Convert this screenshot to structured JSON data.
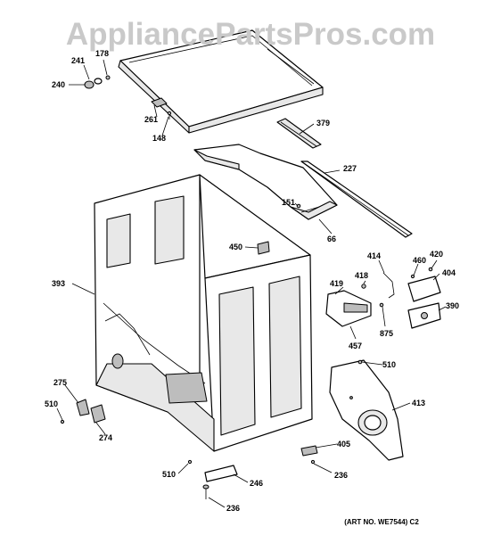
{
  "watermark": "AppliancePartsPros.com",
  "art_number": "(ART NO. WE7544) C2",
  "part_labels": {
    "p241": "241",
    "p178": "178",
    "p240": "240",
    "p261": "261",
    "p148": "148",
    "p379": "379",
    "p227": "227",
    "p151": "151",
    "p66": "66",
    "p450": "450",
    "p393": "393",
    "p414": "414",
    "p460": "460",
    "p420": "420",
    "p404": "404",
    "p419": "419",
    "p418": "418",
    "p390": "390",
    "p457": "457",
    "p875": "875",
    "p510a": "510",
    "p413": "413",
    "p275": "275",
    "p510b": "510",
    "p274": "274",
    "p405": "405",
    "p236a": "236",
    "p510c": "510",
    "p246": "246",
    "p236b": "236"
  }
}
